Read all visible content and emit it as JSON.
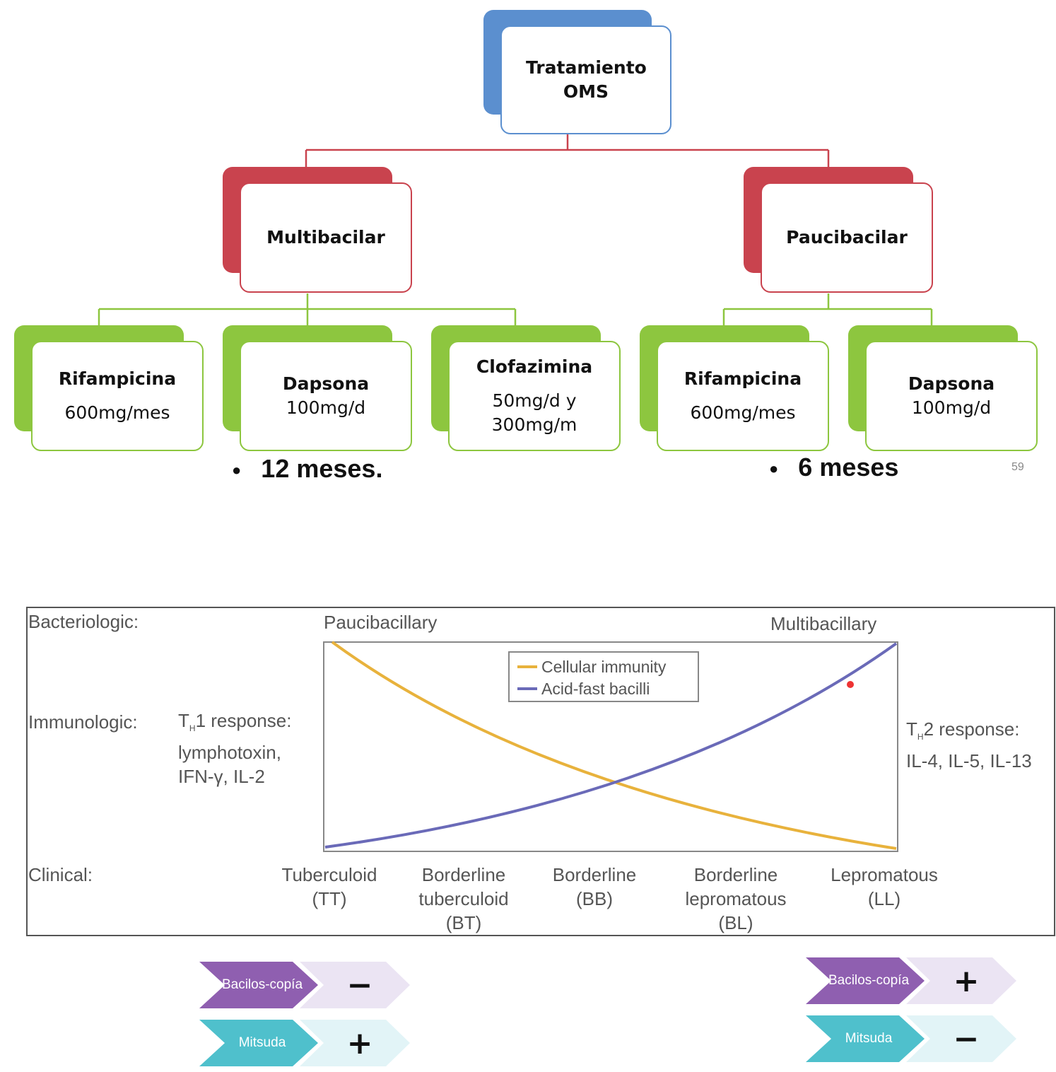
{
  "tree": {
    "root": {
      "title": "Tratamiento OMS",
      "color": "#5b8fcf"
    },
    "branches": [
      {
        "title": "Multibacilar",
        "color": "#c9434e",
        "drugs": [
          {
            "name": "Rifampicina",
            "dose": "600mg/mes"
          },
          {
            "name": "Dapsona",
            "dose": "100mg/d"
          },
          {
            "name": "Clofazimina",
            "dose": "50mg/d y 300mg/m"
          }
        ],
        "duration": "12 meses."
      },
      {
        "title": "Paucibacilar",
        "color": "#c9434e",
        "drugs": [
          {
            "name": "Rifampicina",
            "dose": "600mg/mes"
          },
          {
            "name": "Dapsona",
            "dose": "100mg/d"
          }
        ],
        "duration": "6 meses"
      }
    ],
    "leaf_color": "#8dc63f",
    "page_number": "59"
  },
  "spectrum": {
    "row_labels": {
      "bacteriologic": "Bacteriologic:",
      "immunologic": "Immunologic:",
      "clinical": "Clinical:"
    },
    "bacteriologic_left": "Paucibacillary",
    "bacteriologic_right": "Multibacillary",
    "th1": {
      "prefix": "T",
      "sub": "H",
      "line1_rest": "1 response:",
      "line2": "lymphotoxin,",
      "line3": "IFN-γ, IL-2"
    },
    "th2": {
      "prefix": "T",
      "sub": "H",
      "line1_rest": "2 response:",
      "line2": "IL-4, IL-5, IL-13"
    },
    "legend": [
      "Cellular immunity",
      "Acid-fast bacilli"
    ],
    "clinical": [
      {
        "line1": "Tuberculoid",
        "line2": "(TT)",
        "line3": ""
      },
      {
        "line1": "Borderline",
        "line2": "tuberculoid",
        "line3": "(BT)"
      },
      {
        "line1": "Borderline",
        "line2": "(BB)",
        "line3": ""
      },
      {
        "line1": "Borderline",
        "line2": "lepromatous",
        "line3": "(BL)"
      },
      {
        "line1": "Lepromatous",
        "line2": "(LL)",
        "line3": ""
      }
    ],
    "colors": {
      "cellular": "#e8b23c",
      "bacilli": "#6a6ab8"
    }
  },
  "chevrons": {
    "left": [
      {
        "label": "Bacilos-copía",
        "value": "−"
      },
      {
        "label": "Mitsuda",
        "value": "+"
      }
    ],
    "right": [
      {
        "label": "Bacilos-copía",
        "value": "+"
      },
      {
        "label": "Mitsuda",
        "value": "−"
      }
    ],
    "colors": {
      "bacilos": "#8f5fb0",
      "mitsuda": "#4fc0cc"
    }
  }
}
